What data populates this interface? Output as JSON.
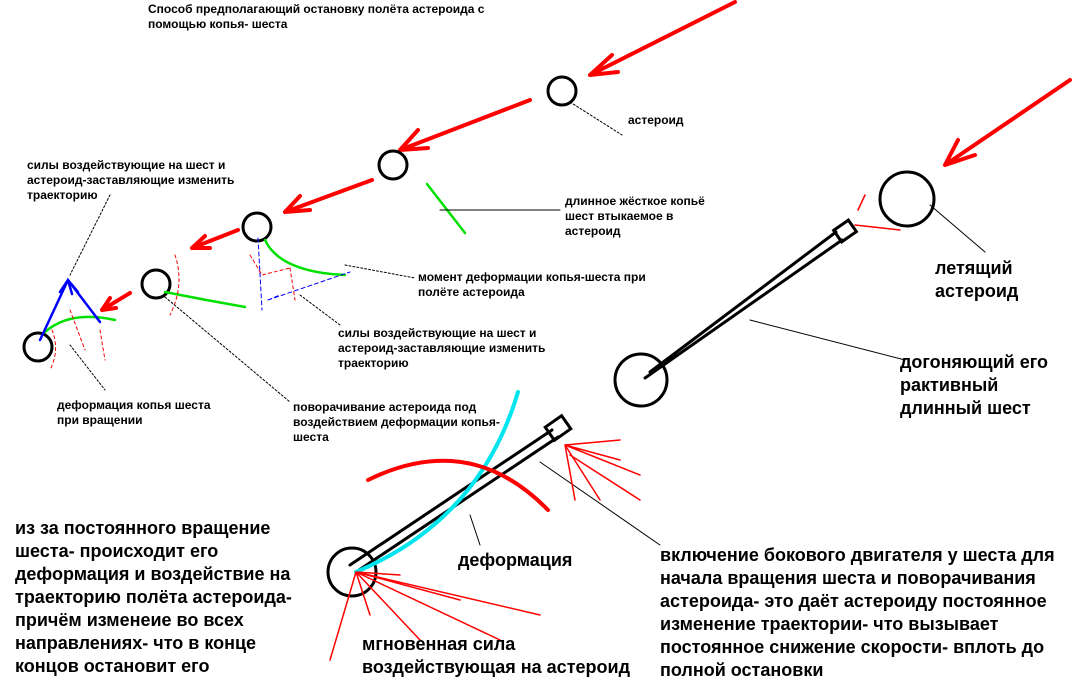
{
  "title": "Способ предполагающий остановку полёта астероида с\nпомощью копья- шеста",
  "labels": {
    "asteroid": "астероид",
    "long_spear": "длинное жёсткое копьё\nшест втыкаемое в\nастероид",
    "forces_left": "силы воздействующие на шест и\nастероид-заставляющие изменить\nтраекторию",
    "deformation_moment": "момент деформации копья-шеста при\nполёте астероида",
    "forces_mid": "силы воздействующие на шест и\nастероид-заставляющие изменить\nтраекторию",
    "deformation_rotation": "деформация копья шеста\nпри вращении",
    "turning": "поворачивание астероида под\nвоздействием деформации копья-\nшеста",
    "flying_asteroid": "летящий\nастероид",
    "chasing_pole": "догоняющий его\nрактивный\nдлинный шест",
    "constant_rotation": "из за постоянного вращение\nшеста- происходит его\nдеформация и воздействие на\nтраекторию полёта астероида-\nпричём изменеие во всех\nнаправлениях- что в конце\nконцов остановит его",
    "deformation": "деформация",
    "instant_force": "мгновенная сила\nвоздействующая на астероид",
    "side_engine": "включение бокового двигателя у шеста для\nначала вращения шеста и поворачивания\nастероида- это даёт астероиду постоянное\nизменение траектории- что вызывает\nпостоянное снижение скорости- вплоть до\nполной остановки"
  },
  "colors": {
    "trajectory": "#ff0000",
    "spear": "#00e000",
    "force": "#0000ff",
    "deform": "#00e5ee"
  }
}
